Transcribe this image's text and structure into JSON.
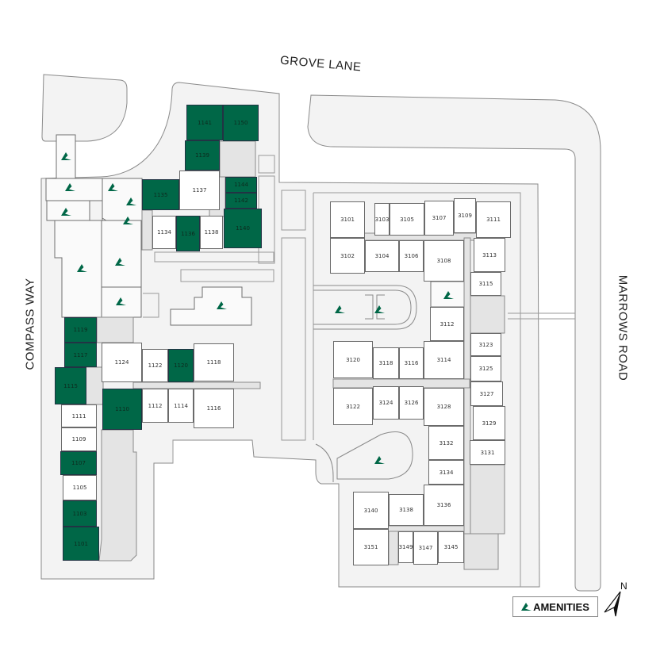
{
  "streets": {
    "north": "GROVE LANE",
    "west": "COMPASS WAY",
    "east": "MARROWS ROAD"
  },
  "legend": {
    "label": "AMENITIES",
    "icon": "amenity-icon"
  },
  "compass": {
    "label": "N"
  },
  "colors": {
    "highlight": "#006747",
    "unit": "#ffffff",
    "lot": "#f3f3f3",
    "corridor": "#e4e4e4"
  },
  "units": [
    {
      "label": "1141",
      "highlighted": true
    },
    {
      "label": "1150",
      "highlighted": true
    },
    {
      "label": "1139",
      "highlighted": true
    },
    {
      "label": "1137",
      "highlighted": false
    },
    {
      "label": "1135",
      "highlighted": true
    },
    {
      "label": "1144",
      "highlighted": true
    },
    {
      "label": "1142",
      "highlighted": true
    },
    {
      "label": "1140",
      "highlighted": true
    },
    {
      "label": "1134",
      "highlighted": false
    },
    {
      "label": "1136",
      "highlighted": true
    },
    {
      "label": "1138",
      "highlighted": false
    },
    {
      "label": "1119",
      "highlighted": true
    },
    {
      "label": "1117",
      "highlighted": true
    },
    {
      "label": "1115",
      "highlighted": true
    },
    {
      "label": "1111",
      "highlighted": false
    },
    {
      "label": "1109",
      "highlighted": false
    },
    {
      "label": "1107",
      "highlighted": true
    },
    {
      "label": "1105",
      "highlighted": false
    },
    {
      "label": "1103",
      "highlighted": true
    },
    {
      "label": "1101",
      "highlighted": true
    },
    {
      "label": "1110",
      "highlighted": true
    },
    {
      "label": "1124",
      "highlighted": false
    },
    {
      "label": "1122",
      "highlighted": false
    },
    {
      "label": "1120",
      "highlighted": true
    },
    {
      "label": "1118",
      "highlighted": false
    },
    {
      "label": "1112",
      "highlighted": false
    },
    {
      "label": "1114",
      "highlighted": false
    },
    {
      "label": "1116",
      "highlighted": false
    },
    {
      "label": "3101",
      "highlighted": false
    },
    {
      "label": "3103",
      "highlighted": false
    },
    {
      "label": "3105",
      "highlighted": false
    },
    {
      "label": "3107",
      "highlighted": false
    },
    {
      "label": "3109",
      "highlighted": false
    },
    {
      "label": "3111",
      "highlighted": false
    },
    {
      "label": "3102",
      "highlighted": false
    },
    {
      "label": "3104",
      "highlighted": false
    },
    {
      "label": "3106",
      "highlighted": false
    },
    {
      "label": "3108",
      "highlighted": false
    },
    {
      "label": "3113",
      "highlighted": false
    },
    {
      "label": "3115",
      "highlighted": false
    },
    {
      "label": "3112",
      "highlighted": false
    },
    {
      "label": "3120",
      "highlighted": false
    },
    {
      "label": "3118",
      "highlighted": false
    },
    {
      "label": "3116",
      "highlighted": false
    },
    {
      "label": "3114",
      "highlighted": false
    },
    {
      "label": "3123",
      "highlighted": false
    },
    {
      "label": "3125",
      "highlighted": false
    },
    {
      "label": "3127",
      "highlighted": false
    },
    {
      "label": "3129",
      "highlighted": false
    },
    {
      "label": "3131",
      "highlighted": false
    },
    {
      "label": "3122",
      "highlighted": false
    },
    {
      "label": "3124",
      "highlighted": false
    },
    {
      "label": "3126",
      "highlighted": false
    },
    {
      "label": "3128",
      "highlighted": false
    },
    {
      "label": "3132",
      "highlighted": false
    },
    {
      "label": "3134",
      "highlighted": false
    },
    {
      "label": "3136",
      "highlighted": false
    },
    {
      "label": "3140",
      "highlighted": false
    },
    {
      "label": "3138",
      "highlighted": false
    },
    {
      "label": "3151",
      "highlighted": false
    },
    {
      "label": "3149",
      "highlighted": false
    },
    {
      "label": "3147",
      "highlighted": false
    },
    {
      "label": "3145",
      "highlighted": false
    }
  ]
}
